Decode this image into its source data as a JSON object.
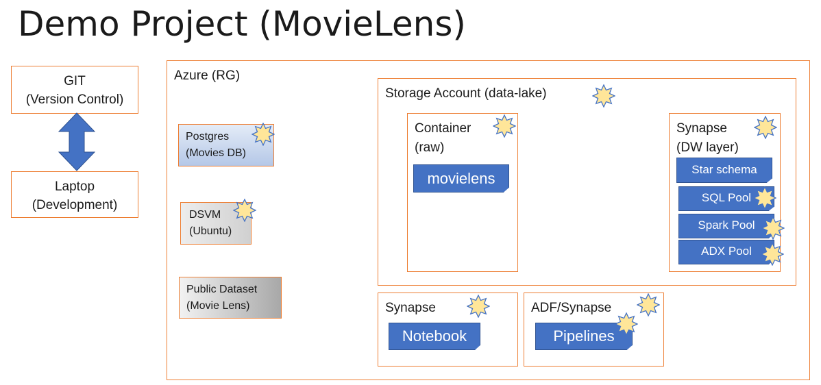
{
  "title": "Demo Project (MovieLens)",
  "git": {
    "line1": "GIT",
    "line2": "(Version Control)"
  },
  "laptop": {
    "line1": "Laptop",
    "line2": "(Development)"
  },
  "azure": {
    "label": "Azure (RG)"
  },
  "postgres": {
    "line1": "Postgres",
    "line2": "(Movies DB)"
  },
  "dsvm": {
    "line1": "DSVM",
    "line2": "(Ubuntu)"
  },
  "dataset": {
    "line1": "Public Dataset",
    "line2": "(Movie Lens)"
  },
  "storage": {
    "label": "Storage Account (data-lake)"
  },
  "container": {
    "line1": "Container",
    "line2": "(raw)",
    "doc": "movielens"
  },
  "synapse_dw": {
    "line1": "Synapse",
    "line2": "(DW layer)",
    "items": [
      "Star schema",
      "SQL Pool",
      "Spark Pool",
      "ADX Pool"
    ]
  },
  "synapse_nb": {
    "label": "Synapse",
    "doc": "Notebook"
  },
  "adf": {
    "label": "ADF/Synapse",
    "doc": "Pipelines"
  },
  "colors": {
    "accent_border": "#ed7d31",
    "doc_fill": "#4472c4",
    "arrow_fill": "#4472c4",
    "star_fill": "#ffe699"
  },
  "icons": {
    "star": "star-icon",
    "arrow": "double-arrow-icon"
  }
}
